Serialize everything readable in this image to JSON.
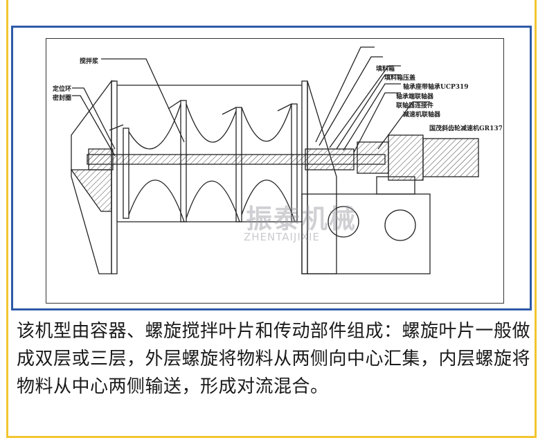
{
  "diagram": {
    "labels_left": [
      "搅拌浆",
      "定位环",
      "密封圈"
    ],
    "labels_right": [
      "填料箱",
      "填料箱压盖",
      "轴承座带轴承UCP319",
      "轴承端联轴器",
      "联轴器连接件",
      "减速机联轴器",
      "国茂斜齿轮减速机GR137"
    ]
  },
  "watermark": {
    "cn": "振泰机械",
    "en": "ZHENTAIJIXIE"
  },
  "caption": "该机型由容器、螺旋搅拌叶片和传动部件组成：螺旋叶片一般做成双层或三层，外层螺旋将物料从两侧向中心汇集，内层螺旋将物料从中心两侧输送，形成对流混合。"
}
